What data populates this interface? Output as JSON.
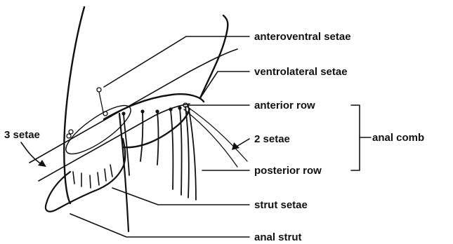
{
  "labels": {
    "anteroventral": "anteroventral setae",
    "ventrolateral": "ventrolateral setae",
    "anterior_row": "anterior row",
    "two_setae": "2 setae",
    "anal_comb": "anal comb",
    "posterior_row": "posterior row",
    "three_setae": "3 setae",
    "strut_setae": "strut setae",
    "anal_strut": "anal strut"
  },
  "colors": {
    "ink": "#111111",
    "background": "#ffffff"
  }
}
